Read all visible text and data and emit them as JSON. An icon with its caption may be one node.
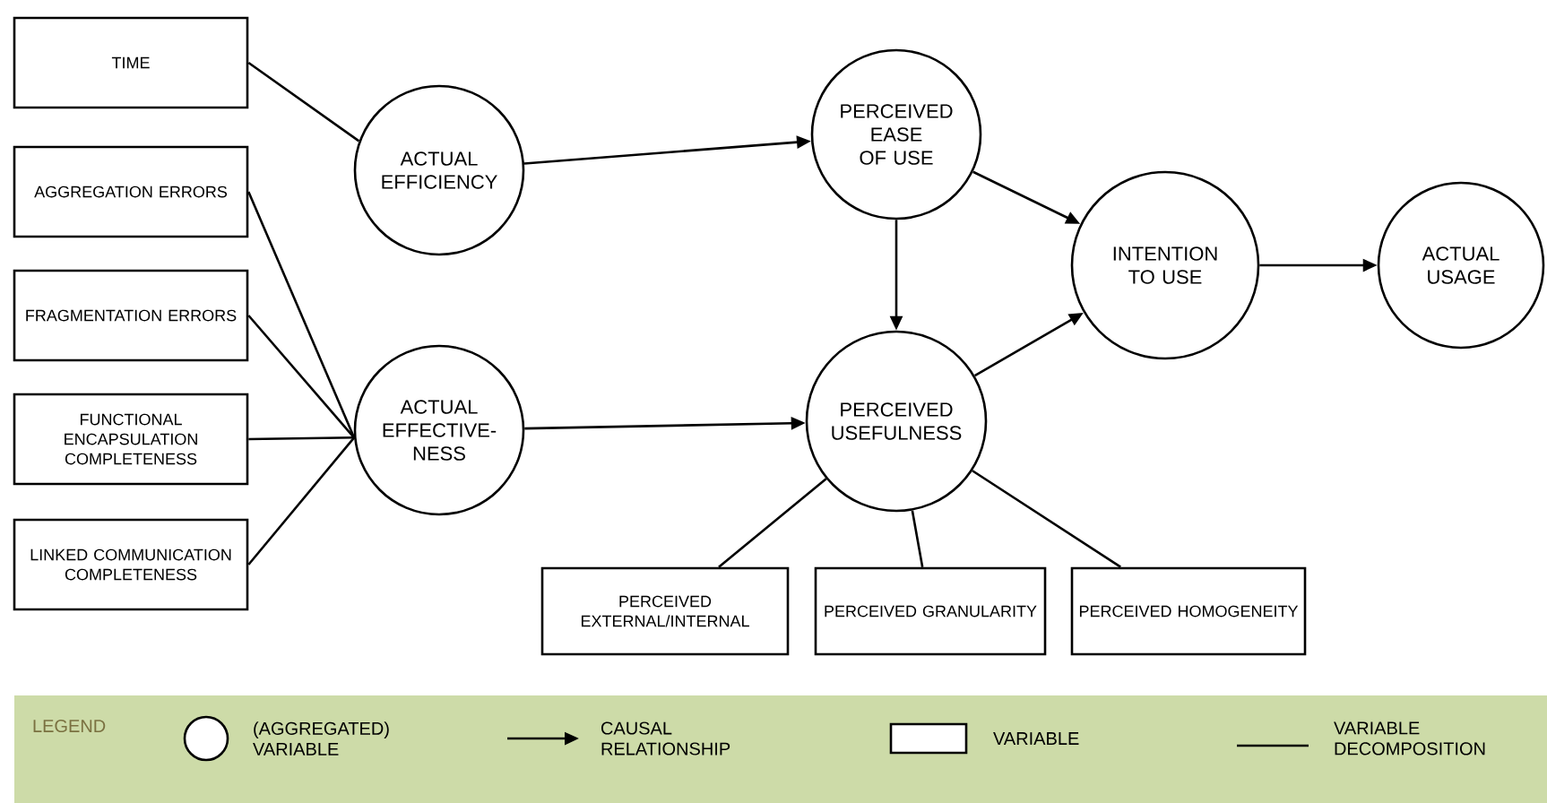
{
  "diagram": {
    "nodes": [
      {
        "text": [
          "TIME"
        ]
      },
      {
        "text": [
          "AGGREGATION ERRORS"
        ]
      },
      {
        "text": [
          "FRAGMENTATION ERRORS"
        ]
      },
      {
        "text": [
          "FUNCTIONAL ENCAPSULATION COMPLETENESS"
        ]
      },
      {
        "text": [
          "LINKED COMMUNICATION COMPLETENESS"
        ]
      },
      {
        "text": [
          "ACTUAL EFFICIENCY"
        ]
      },
      {
        "text": [
          "ACTUAL EFFECTIVE- NESS"
        ]
      },
      {
        "text": [
          "PERCEIVED EASE OF USE"
        ]
      },
      {
        "text": [
          "PERCEIVED USEFULNESS"
        ]
      },
      {
        "text": [
          "INTENTION TO USE"
        ]
      },
      {
        "text": [
          "ACTUAL USAGE"
        ]
      },
      {
        "text": [
          "PERCEIVED EXTERNAL/INTERNAL"
        ]
      },
      {
        "text": [
          "PERCEIVED GRANULARITY"
        ]
      },
      {
        "text": [
          "PERCEIVED HOMOGENEITY"
        ]
      }
    ],
    "edges": [
      {
        "from": 0,
        "to": 5,
        "arrow": "none"
      },
      {
        "from": 1,
        "to": 6,
        "arrow": "none"
      },
      {
        "from": 2,
        "to": 6,
        "arrow": "none"
      },
      {
        "from": 3,
        "to": 6,
        "arrow": "none"
      },
      {
        "from": 4,
        "to": 6,
        "arrow": "none"
      },
      {
        "from": 5,
        "to": 7,
        "arrow": "to"
      },
      {
        "from": 6,
        "to": 8,
        "arrow": "to"
      },
      {
        "from": 7,
        "to": 8,
        "arrow": "to"
      },
      {
        "from": 7,
        "to": 9,
        "arrow": "to"
      },
      {
        "from": 8,
        "to": 9,
        "arrow": "to"
      },
      {
        "from": 9,
        "to": 10,
        "arrow": "to"
      },
      {
        "from": 8,
        "to": 11,
        "arrow": "none"
      },
      {
        "from": 8,
        "to": 12,
        "arrow": "none"
      },
      {
        "from": 8,
        "to": 13,
        "arrow": "none"
      }
    ],
    "labels": [
      "LEGEND"
    ],
    "legend": [
      {
        "text": "(AGGREGATED) VARIABLE"
      },
      {
        "text": "CAUSAL RELATIONSHIP"
      },
      {
        "text": "VARIABLE"
      },
      {
        "text": "VARIABLE DECOMPOSITION"
      }
    ]
  }
}
